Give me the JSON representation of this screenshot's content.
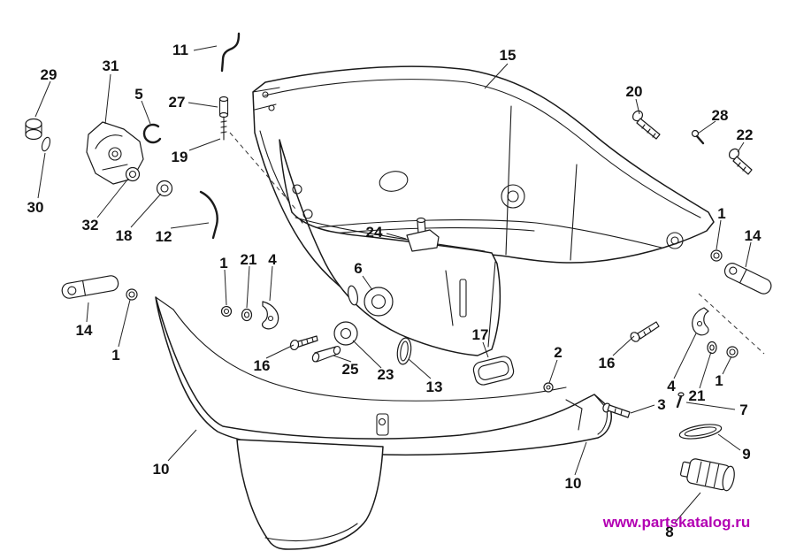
{
  "watermark": {
    "text": "www.partskatalog.ru",
    "color": "#b300b3"
  },
  "diagram": {
    "callouts": [
      "29",
      "31",
      "5",
      "27",
      "11",
      "19",
      "15",
      "20",
      "28",
      "22",
      "30",
      "32",
      "18",
      "12",
      "24",
      "1",
      "21",
      "4",
      "6",
      "1",
      "14",
      "14",
      "1",
      "16",
      "25",
      "23",
      "13",
      "17",
      "2",
      "16",
      "4",
      "21",
      "1",
      "10",
      "3",
      "7",
      "10",
      "9",
      "8"
    ]
  }
}
